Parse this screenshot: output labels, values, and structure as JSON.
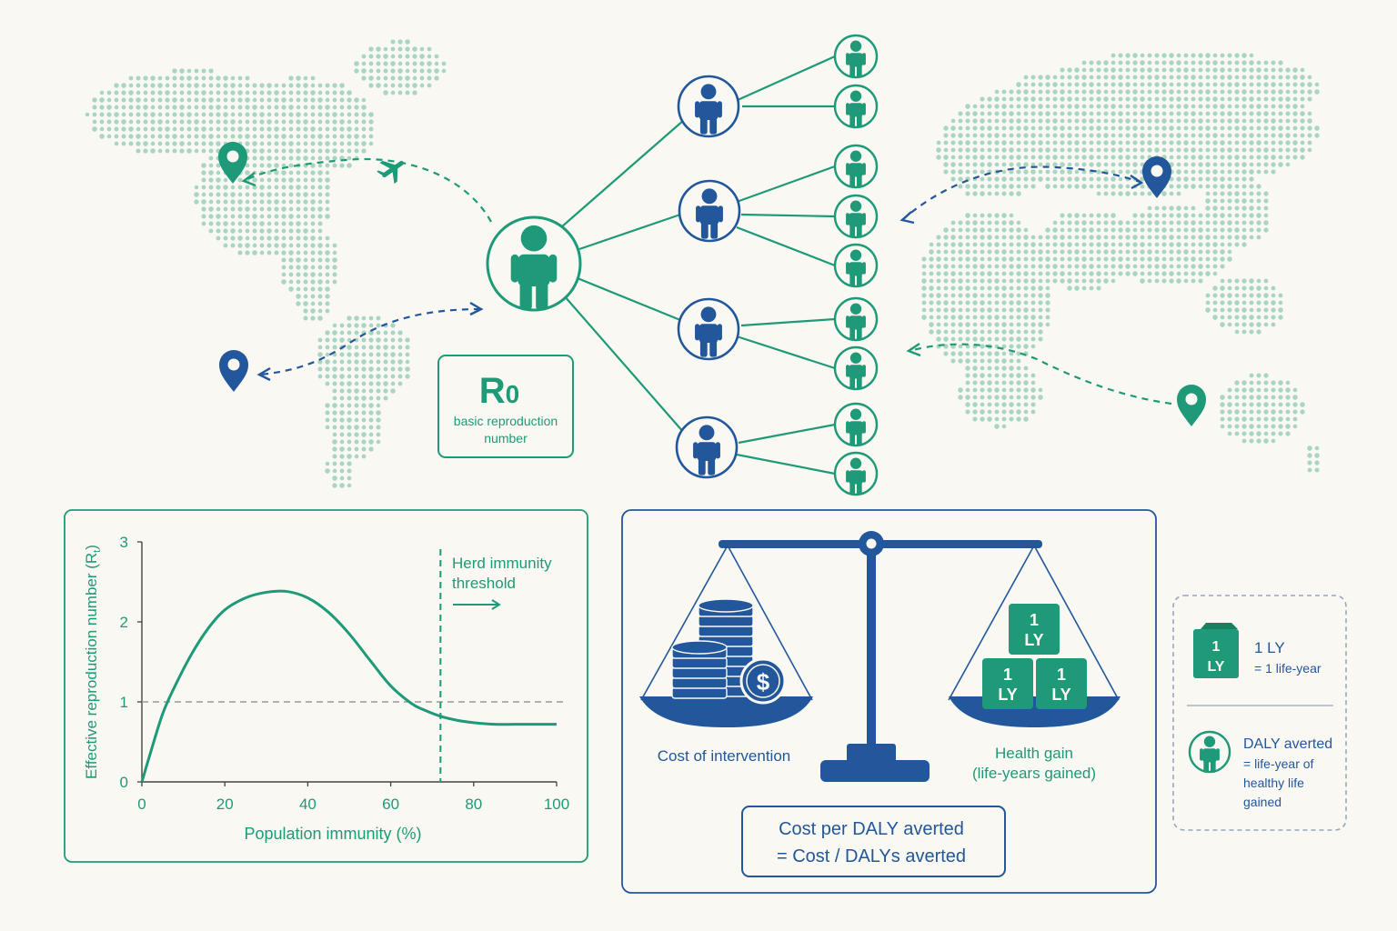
{
  "colors": {
    "green": "#1f9a78",
    "blue": "#23579b",
    "map_dots": "#a9d5c3",
    "background": "#f9f8f3",
    "threshold_line": "#999999"
  },
  "r0_box": {
    "symbol": "R",
    "subscript": "0",
    "label_line1": "basic reproduction",
    "label_line2": "number"
  },
  "transmission_tree": {
    "index_case_icon": "person-icon",
    "secondary_cases": 4,
    "tertiary_cases_per_secondary": [
      2,
      3,
      2,
      2
    ]
  },
  "map_icons": [
    "location-pin-icon",
    "airplane-icon"
  ],
  "chart_data": {
    "type": "line",
    "xlabel": "Population immunity (%)",
    "ylabel": "Effective reproduction number (R",
    "ylabel_subscript": "t",
    "ylabel_close": ")",
    "x_ticks": [
      "0",
      "20",
      "40",
      "60",
      "80",
      "100"
    ],
    "y_ticks": [
      "0",
      "1",
      "2",
      "3"
    ],
    "xlim": [
      0,
      100
    ],
    "ylim": [
      0,
      3
    ],
    "series": [
      {
        "x": [
          0,
          2,
          5,
          8,
          12,
          16,
          20,
          25,
          30,
          35,
          40,
          45,
          50,
          55,
          60,
          65,
          68,
          72,
          76,
          80,
          85,
          90,
          95,
          100
        ],
        "y": [
          0,
          0.35,
          0.85,
          1.2,
          1.6,
          1.92,
          2.15,
          2.3,
          2.37,
          2.38,
          2.3,
          2.12,
          1.85,
          1.52,
          1.2,
          0.98,
          0.9,
          0.82,
          0.77,
          0.74,
          0.72,
          0.72,
          0.72,
          0.72
        ]
      }
    ],
    "reference_line": {
      "y": 1
    },
    "threshold": {
      "x": 72,
      "label_line1": "Herd immunity",
      "label_line2": "threshold"
    }
  },
  "scale": {
    "left_label": "Cost of intervention",
    "right_label_line1": "Health gain",
    "right_label_line2": "(life-years gained)",
    "coin_symbol": "$",
    "block_top": "1",
    "block_bottom": "LY"
  },
  "formula": {
    "line1": "Cost per DALY averted",
    "line2": "= Cost / DALYs averted"
  },
  "legend": {
    "items": [
      {
        "icon": "life-year-block-icon",
        "title": "1 LY",
        "desc_lines": [
          "= 1 life-year"
        ]
      },
      {
        "icon": "person-icon",
        "title": "DALY averted",
        "desc_lines": [
          "= life-year of",
          "healthy life",
          "gained"
        ]
      }
    ]
  }
}
